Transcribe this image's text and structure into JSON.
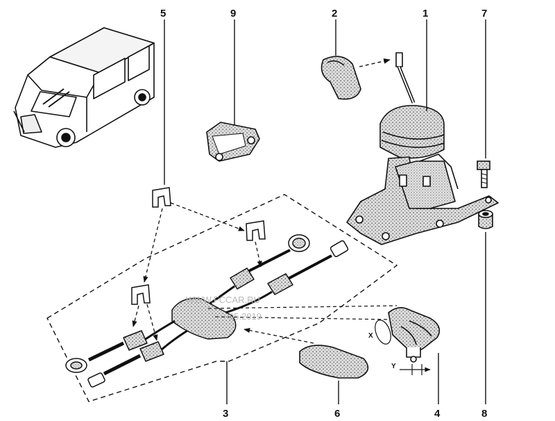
{
  "callouts": {
    "c1": "1",
    "c2": "2",
    "c3": "3",
    "c4": "4",
    "c5": "5",
    "c6": "6",
    "c7": "7",
    "c8": "8",
    "c9": "9"
  },
  "axis_labels": {
    "x": "X",
    "y": "Y"
  },
  "watermark": {
    "line1": "WWW.FCCAR.RU",
    "line2": "05.2019"
  },
  "colors": {
    "ink": "#111111",
    "stipple": "#d6d6d6",
    "body": "#ffffff",
    "watermark": "#b9b9b9"
  }
}
